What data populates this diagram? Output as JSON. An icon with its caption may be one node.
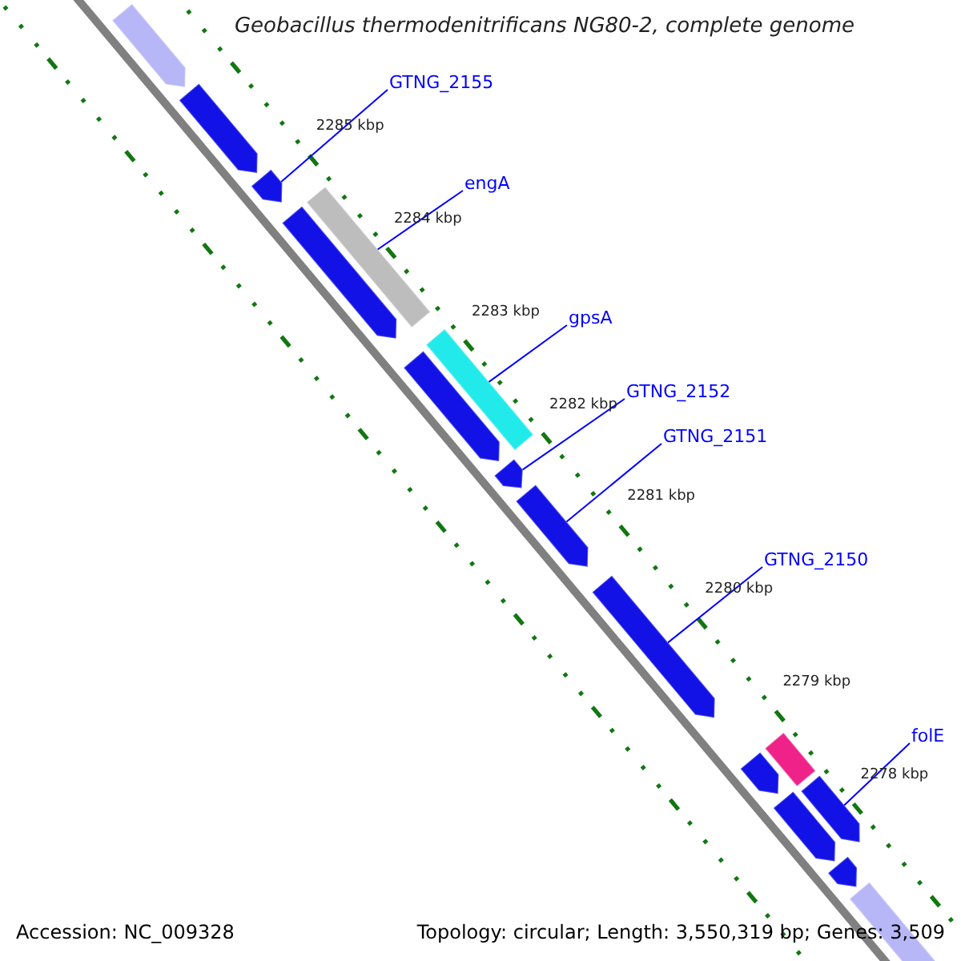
{
  "diagram": {
    "title": "Geobacillus thermodenitrificans NG80-2, complete genome",
    "nodes": [
      {
        "text": [],
        "shape": "arrow"
      },
      {
        "text": [],
        "shape": "arrow"
      },
      {
        "text": [],
        "shape": "arrow"
      },
      {
        "text": [],
        "shape": "arrow"
      },
      {
        "text": [],
        "shape": "bar"
      },
      {
        "text": [],
        "shape": "arrow"
      },
      {
        "text": [],
        "shape": "bar"
      },
      {
        "text": [],
        "shape": "arrow"
      },
      {
        "text": [],
        "shape": "arrow"
      },
      {
        "text": [],
        "shape": "arrow"
      },
      {
        "text": [],
        "shape": "arrow"
      },
      {
        "text": [],
        "shape": "bar"
      },
      {
        "text": [],
        "shape": "arrow"
      },
      {
        "text": [],
        "shape": "arrow"
      },
      {
        "text": [],
        "shape": "arrow"
      },
      {
        "text": [],
        "shape": "arrow"
      },
      {
        "text": [
          "GTNG_2155"
        ]
      },
      {
        "text": [
          "engA"
        ]
      },
      {
        "text": [
          "gpsA"
        ]
      },
      {
        "text": [
          "GTNG_2152"
        ]
      },
      {
        "text": [
          "GTNG_2151"
        ]
      },
      {
        "text": [
          "GTNG_2150"
        ]
      },
      {
        "text": [
          "folE"
        ]
      }
    ],
    "edges": [
      {
        "from": 16,
        "to": 2,
        "arrow": "none"
      },
      {
        "from": 17,
        "to": 4,
        "arrow": "none"
      },
      {
        "from": 18,
        "to": 6,
        "arrow": "none"
      },
      {
        "from": 19,
        "to": 7,
        "arrow": "none"
      },
      {
        "from": 20,
        "to": 8,
        "arrow": "none"
      },
      {
        "from": 21,
        "to": 9,
        "arrow": "none"
      },
      {
        "from": 22,
        "to": 12,
        "arrow": "none"
      }
    ],
    "labels": [
      "2285 kbp",
      "2284 kbp",
      "2283 kbp",
      "2282 kbp",
      "2281 kbp",
      "2280 kbp",
      "2279 kbp",
      "2278 kbp",
      "Accession: NC_009328",
      "Topology: circular; Length: 3,550,319 bp; Genes: 3,509"
    ]
  }
}
